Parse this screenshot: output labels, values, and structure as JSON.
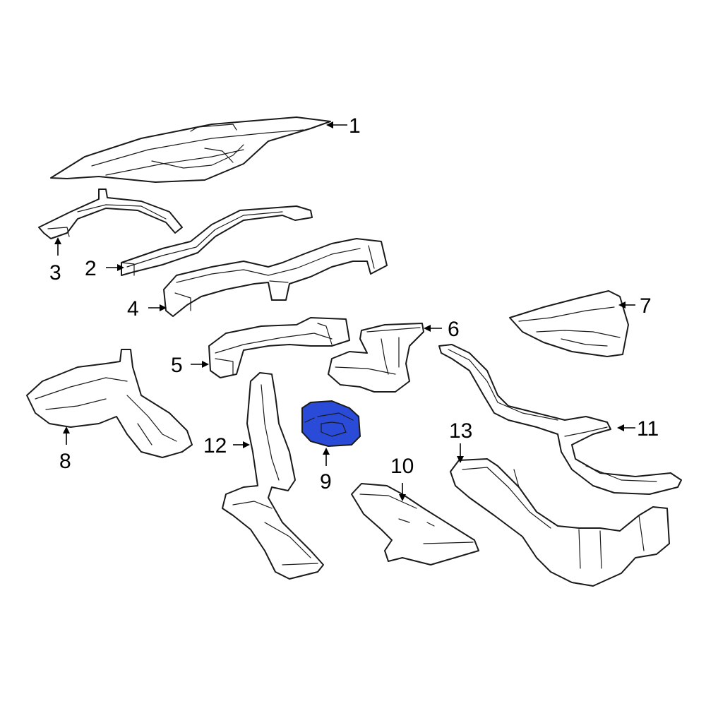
{
  "highlight_color": "#2a4bd7",
  "outline_color": "#1a1a1a",
  "callouts": [
    {
      "id": "1",
      "label": "1"
    },
    {
      "id": "2",
      "label": "2"
    },
    {
      "id": "3",
      "label": "3"
    },
    {
      "id": "4",
      "label": "4"
    },
    {
      "id": "5",
      "label": "5"
    },
    {
      "id": "6",
      "label": "6"
    },
    {
      "id": "7",
      "label": "7"
    },
    {
      "id": "8",
      "label": "8"
    },
    {
      "id": "9",
      "label": "9"
    },
    {
      "id": "10",
      "label": "10"
    },
    {
      "id": "11",
      "label": "11"
    },
    {
      "id": "12",
      "label": "12"
    },
    {
      "id": "13",
      "label": "13"
    }
  ],
  "highlighted_part": "9"
}
